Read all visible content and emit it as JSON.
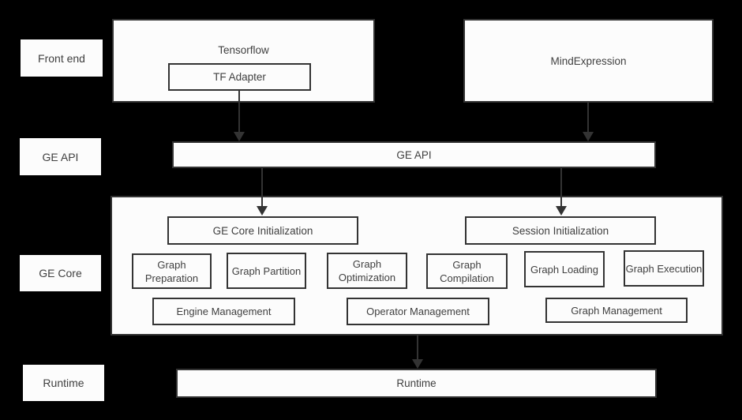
{
  "colors": {
    "background": "#000000",
    "box_fill": "#fcfcfc",
    "box_border": "#333333",
    "text": "#404040",
    "arrow": "#333333"
  },
  "side_labels": [
    {
      "id": "front-end",
      "label": "Front end"
    },
    {
      "id": "ge-api",
      "label": "GE API"
    },
    {
      "id": "ge-core",
      "label": "GE Core"
    },
    {
      "id": "runtime",
      "label": "Runtime"
    }
  ],
  "nodes": {
    "tensorflow": "Tensorflow",
    "tf_adapter": "TF Adapter",
    "mind_expression": "MindExpression",
    "ge_api": "GE API",
    "ge_core_initialization": "GE Core Initialization",
    "session_initialization": "Session Initialization",
    "modules": [
      {
        "label": "Graph Preparation"
      },
      {
        "label": "Graph Partition"
      },
      {
        "label": "Graph Optimization"
      },
      {
        "label": "Graph Compilation"
      },
      {
        "label": "Graph Loading"
      },
      {
        "label": "Graph Execution"
      }
    ],
    "management": [
      {
        "label": "Engine Management"
      },
      {
        "label": "Operator Management"
      },
      {
        "label": "Graph Management"
      }
    ],
    "runtime": "Runtime"
  }
}
